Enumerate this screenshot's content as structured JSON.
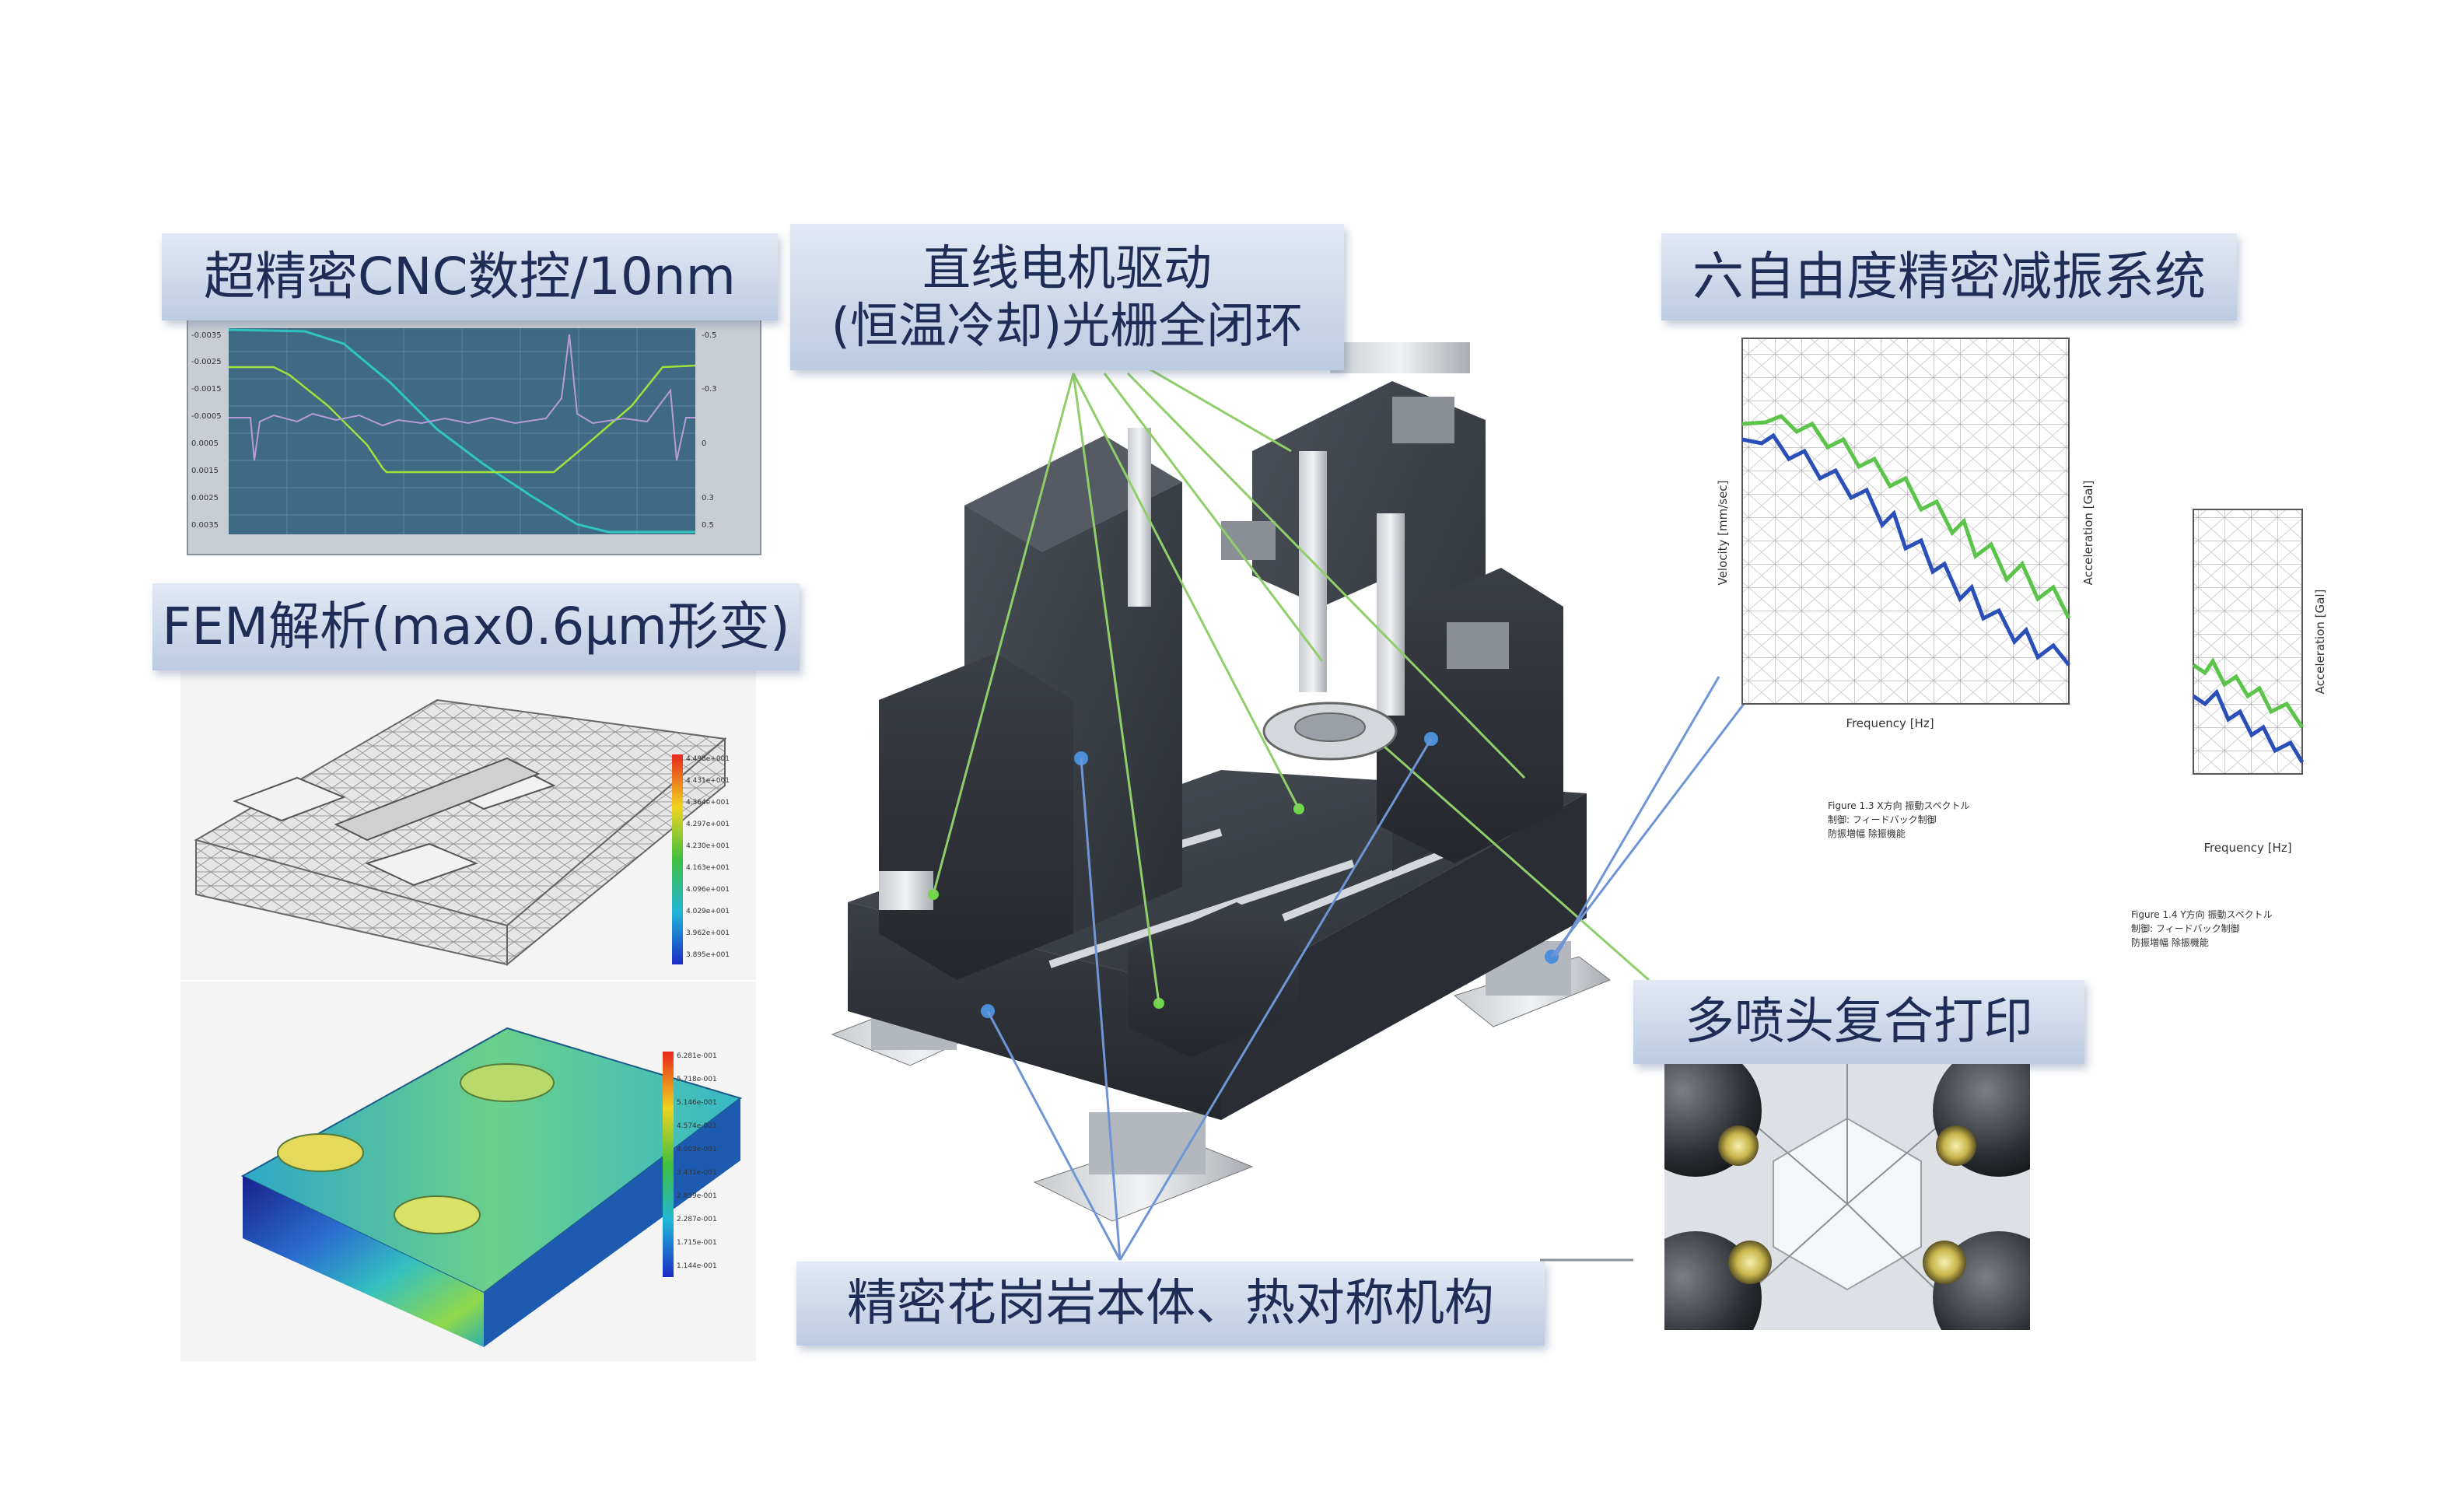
{
  "labels": {
    "cnc": "超精密CNC数控/10nm",
    "motor_line1": "直线电机驱动",
    "motor_line2": "(恒温冷却)光栅全闭环",
    "vibration": "六自由度精密减振系统",
    "fem": "FEM解析(max0.6μm形变)",
    "nozzle": "多喷头复合打印",
    "granite": "精密花岗岩本体、热对称机构"
  },
  "vibration_chart": {
    "main_xlabel": "Frequency [Hz]",
    "main_ylabel": "Velocity [mm/sec]",
    "main_y2label": "Acceleration [Gal]",
    "side_xlabel": "Frequency [Hz]",
    "side_ylabel": "Acceleration [Gal]",
    "caption1": "Figure 1.3  X方向 振動スペクトル",
    "caption1b": "制御: フィードバック制御",
    "caption1c": "防振増幅  除振機能",
    "caption2": "Figure 1.4  Y方向 振動スペクトル",
    "caption2b": "制御: フィードバック制御",
    "caption2c": "防振増幅  除振機能",
    "series_colors": {
      "green": "#5cc44a",
      "blue": "#2b4fb8"
    }
  },
  "colors": {
    "label_text": "#1d2d55",
    "callout_green": "#8fce6a",
    "callout_blue": "#6f95d6",
    "cnc_plot_bg": "#3e6a84"
  }
}
